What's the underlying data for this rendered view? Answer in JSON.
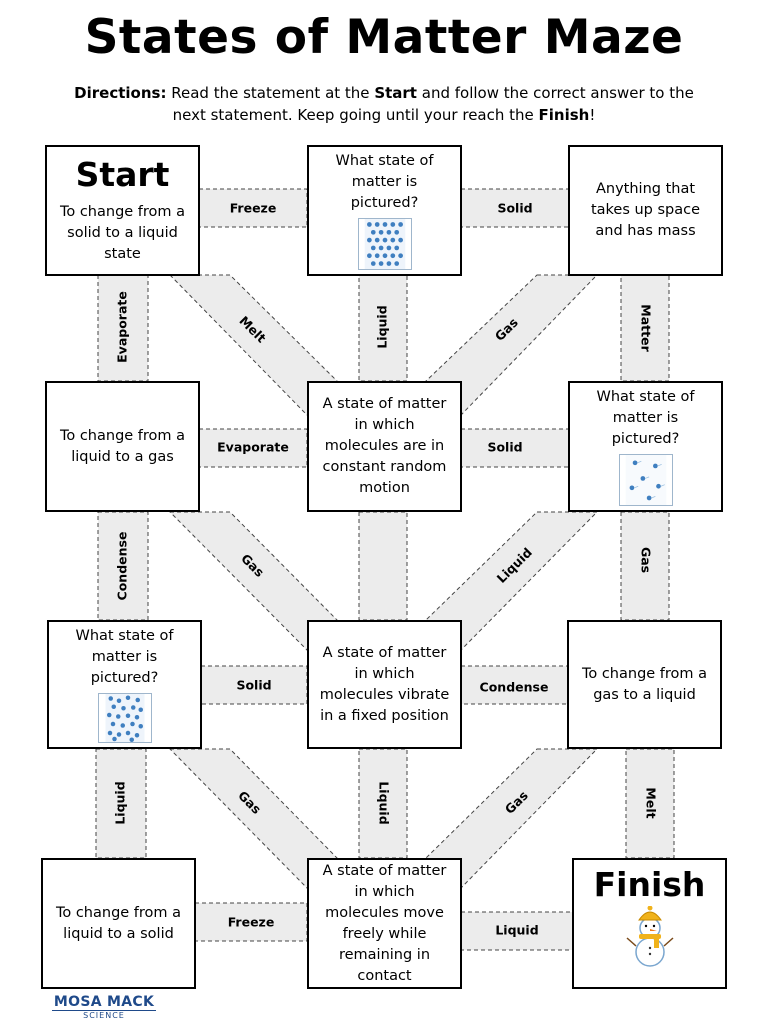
{
  "title": "States of Matter Maze",
  "directions": {
    "label": "Directions:",
    "part1": "Read the statement at the",
    "start_word": "Start",
    "part2": "and follow the correct answer to the next statement. Keep going until your reach the",
    "finish_word": "Finish",
    "end": "!"
  },
  "boxes": {
    "r1c1": {
      "heading": "Start",
      "text": "To change from a solid to a liquid state"
    },
    "r1c2": {
      "text": "What state of matter is pictured?",
      "picture": "solid-molecules"
    },
    "r1c3": {
      "text": "Anything that takes up space and has mass"
    },
    "r2c1": {
      "text": "To change from a liquid to a gas"
    },
    "r2c2": {
      "text": "A state of matter in which molecules are in constant random motion"
    },
    "r2c3": {
      "text": "What state of matter is pictured?",
      "picture": "gas-molecules"
    },
    "r3c1": {
      "text": "What state of matter is pictured?",
      "picture": "liquid-molecules"
    },
    "r3c2": {
      "text": "A state of matter in which molecules vibrate in a fixed position"
    },
    "r3c3": {
      "text": "To change from a gas to a liquid"
    },
    "r4c1": {
      "text": "To change from a liquid to a solid"
    },
    "r4c2": {
      "text": "A state of matter in which molecules move freely while remaining in contact"
    },
    "r4c3": {
      "heading": "Finish",
      "picture": "snowman"
    }
  },
  "paths": {
    "h1a": "Freeze",
    "h1b": "Solid",
    "h2a": "Evaporate",
    "h2b": "Solid",
    "h3a": "Solid",
    "h3b": "Condense",
    "h4a": "Freeze",
    "h4b": "Liquid",
    "v1c1": "Evaporate",
    "v1c2": "Liquid",
    "v1c3": "Matter",
    "v2c1": "Condense",
    "v2c3": "Gas",
    "v3c1": "Liquid",
    "v3c2": "Liquid",
    "v3c3": "Melt",
    "d1a": "Melt",
    "d1b": "Gas",
    "d2a": "Gas",
    "d2b": "Liquid",
    "d3a": "Gas",
    "d3b": "Gas"
  },
  "brand": {
    "name": "MOSA MACK",
    "sub": "SCIENCE"
  },
  "colors": {
    "path_fill": "#ececec",
    "path_dash": "#444444",
    "box_border": "#000000",
    "brand": "#1f4a8a"
  }
}
